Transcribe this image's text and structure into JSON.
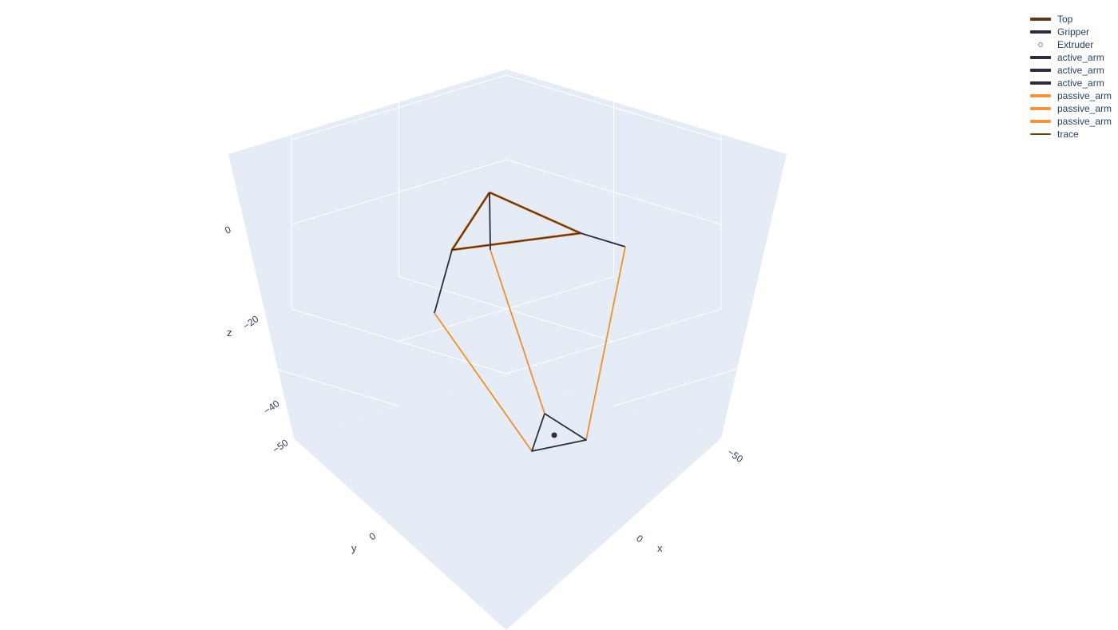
{
  "chart_data": {
    "type": "scatter3d",
    "scene": {
      "background_color": "#e5ecf6",
      "grid_color": "#ffffff",
      "x_axis": {
        "label": "x",
        "ticks": [
          "−50",
          "0"
        ]
      },
      "y_axis": {
        "label": "y",
        "ticks": [
          "−50",
          "0"
        ]
      },
      "z_axis": {
        "label": "z",
        "ticks": [
          "0",
          "−20",
          "−40"
        ]
      }
    },
    "legend": {
      "position": "top-right",
      "items": [
        {
          "name": "Top",
          "color": "#5a3a1a",
          "style": "line-bold"
        },
        {
          "name": "Gripper",
          "color": "#2e2b3c",
          "style": "line-bold"
        },
        {
          "name": "Extruder",
          "color": "#8a8a8a",
          "style": "marker"
        },
        {
          "name": "active_arm",
          "color": "#2e2b3c",
          "style": "line-bold"
        },
        {
          "name": "active_arm",
          "color": "#2e2b3c",
          "style": "line-bold"
        },
        {
          "name": "active_arm",
          "color": "#2e2b3c",
          "style": "line-bold"
        },
        {
          "name": "passive_arm",
          "color": "#f0963a",
          "style": "line-bold"
        },
        {
          "name": "passive_arm",
          "color": "#f0963a",
          "style": "line-bold"
        },
        {
          "name": "passive_arm",
          "color": "#f0963a",
          "style": "line-bold"
        },
        {
          "name": "trace",
          "color": "#6b3d12",
          "style": "line-thin"
        }
      ]
    },
    "traces": [
      {
        "name": "Top",
        "color": "#3a2a1a",
        "outline": "#c86a1a",
        "points": [
          [
            0,
            -53,
            7
          ],
          [
            58,
            -53,
            7
          ],
          [
            58,
            -2,
            7
          ],
          [
            0,
            -53,
            7
          ]
        ]
      },
      {
        "name": "active_arm",
        "color": "#2e2b3c",
        "points": [
          [
            0,
            -53,
            7
          ],
          [
            0,
            -44,
            -16
          ]
        ]
      },
      {
        "name": "active_arm",
        "color": "#2e2b3c",
        "points": [
          [
            58,
            -53,
            7
          ],
          [
            54,
            -13,
            -16
          ]
        ]
      },
      {
        "name": "active_arm",
        "color": "#2e2b3c",
        "points": [
          [
            58,
            -2,
            7
          ],
          [
            3,
            -7,
            -16
          ]
        ]
      },
      {
        "name": "passive_arm",
        "color": "#ef8f2a",
        "points": [
          [
            0,
            -44,
            -16
          ],
          [
            4,
            -18,
            -76
          ]
        ]
      },
      {
        "name": "passive_arm",
        "color": "#ef8f2a",
        "points": [
          [
            54,
            -13,
            -16
          ],
          [
            9,
            -6,
            -76
          ]
        ]
      },
      {
        "name": "passive_arm",
        "color": "#ef8f2a",
        "points": [
          [
            3,
            -7,
            -16
          ],
          [
            7,
            -27,
            -76
          ]
        ]
      },
      {
        "name": "Gripper",
        "color": "#2e2b3c",
        "points": [
          [
            4,
            -18,
            -76
          ],
          [
            9,
            -6,
            -76
          ],
          [
            7,
            -27,
            -76
          ],
          [
            4,
            -18,
            -76
          ]
        ]
      },
      {
        "name": "Extruder",
        "color": "#2e2b3c",
        "marker": true,
        "points": [
          [
            7,
            -20,
            -76
          ]
        ]
      }
    ]
  }
}
